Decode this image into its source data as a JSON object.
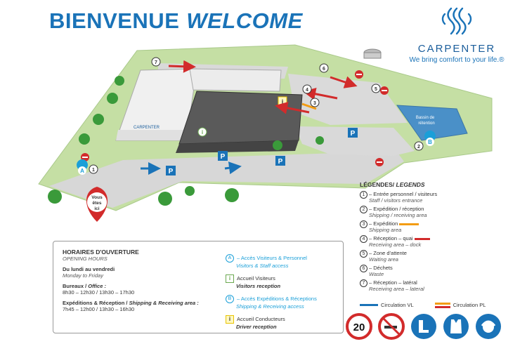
{
  "header": {
    "title_fr": "BIENVENUE",
    "title_en": "WELCOME"
  },
  "brand": {
    "name": "CARPENTER",
    "slogan": "We bring comfort to your life.®",
    "color": "#1a5d9b"
  },
  "map": {
    "building_label": "CARPENTER",
    "basin_label_1": "Bassin de",
    "basin_label_2": "rétention",
    "you_are_here_1": "Vous",
    "you_are_here_2": "êtes",
    "you_are_here_3": "ici",
    "markers": [
      "1",
      "2",
      "3",
      "4",
      "5",
      "6",
      "7"
    ],
    "entrance_markers": [
      "A",
      "B"
    ],
    "parking_label": "P",
    "info_label": "i"
  },
  "legend": {
    "title_fr": "LÉGENDES",
    "title_en": "LEGENDS",
    "items": [
      {
        "num": "1",
        "fr": "– Entrée personnel / visiteurs",
        "en": "Staff / visitors entrance"
      },
      {
        "num": "2",
        "fr": "– Expédition / réception",
        "en": "Shipping / receiving area"
      },
      {
        "num": "3",
        "fr": "– Expédition",
        "en": "Shipping area"
      },
      {
        "num": "4",
        "fr": "– Réception – quai",
        "en": "Receiving area – dock"
      },
      {
        "num": "5",
        "fr": "– Zone d'attente",
        "en": "Waiting area"
      },
      {
        "num": "6",
        "fr": "– Déchets",
        "en": "Waste"
      },
      {
        "num": "7",
        "fr": "– Réception – latéral",
        "en": "Receiving area – lateral"
      }
    ],
    "circ_vl": "Circulation VL",
    "circ_pl": "Circulation PL",
    "speed": "20",
    "colors": {
      "blue": "#1a73b8",
      "orange": "#f39c12",
      "red": "#d22b2b"
    }
  },
  "hours": {
    "title_fr": "HORAIRES D'OUVERTURE",
    "title_en": "OPENING HOURS",
    "days_fr": "Du lundi au vendredi",
    "days_en": "Monday to Friday",
    "office_label_fr": "Bureaux / ",
    "office_label_en": "Office :",
    "office_hours": "8h30 – 12h30 / 13h30 – 17h30",
    "shipping_label_fr": "Expéditions & Réception / ",
    "shipping_label_en": "Shipping & Receiving area :",
    "shipping_hours": "7h45 – 12h00 / 13h30 – 16h30",
    "a_letter": "A",
    "a_fr": "– Accès Visiteurs & Personnel",
    "a_en": "Visitors & Staff access",
    "visitors_fr": "Accueil Visiteurs",
    "visitors_en": "Visitors reception",
    "b_letter": "B",
    "b_fr": "– Accès Expéditions & Réceptions",
    "b_en": "Shipping & Receiving access",
    "drivers_fr": "Accueil Conducteurs",
    "drivers_en": "Driver reception"
  }
}
